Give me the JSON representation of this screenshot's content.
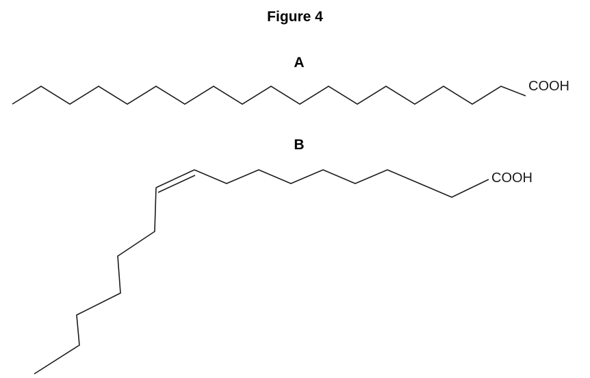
{
  "title": "Figure 4",
  "molecule_a": {
    "label": "A",
    "end_group": "COOH"
  },
  "molecule_b": {
    "label": "B",
    "end_group": "COOH"
  }
}
